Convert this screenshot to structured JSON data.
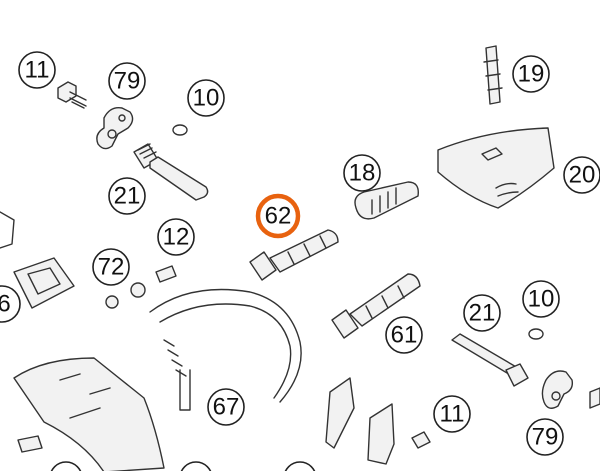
{
  "accent_color": "#e8620f",
  "callouts": [
    {
      "id": "c11a",
      "label": "11"
    },
    {
      "id": "c79a",
      "label": "79"
    },
    {
      "id": "c10a",
      "label": "10"
    },
    {
      "id": "c19",
      "label": "19"
    },
    {
      "id": "c18",
      "label": "18"
    },
    {
      "id": "c20",
      "label": "20"
    },
    {
      "id": "c21a",
      "label": "21"
    },
    {
      "id": "c62",
      "label": "62",
      "highlight": true
    },
    {
      "id": "c12",
      "label": "12"
    },
    {
      "id": "c72",
      "label": "72"
    },
    {
      "id": "c6",
      "label": "6"
    },
    {
      "id": "c61",
      "label": "61"
    },
    {
      "id": "c21b",
      "label": "21"
    },
    {
      "id": "c10b",
      "label": "10"
    },
    {
      "id": "c67",
      "label": "67"
    },
    {
      "id": "c11b",
      "label": "11"
    },
    {
      "id": "c79b",
      "label": "79"
    }
  ]
}
